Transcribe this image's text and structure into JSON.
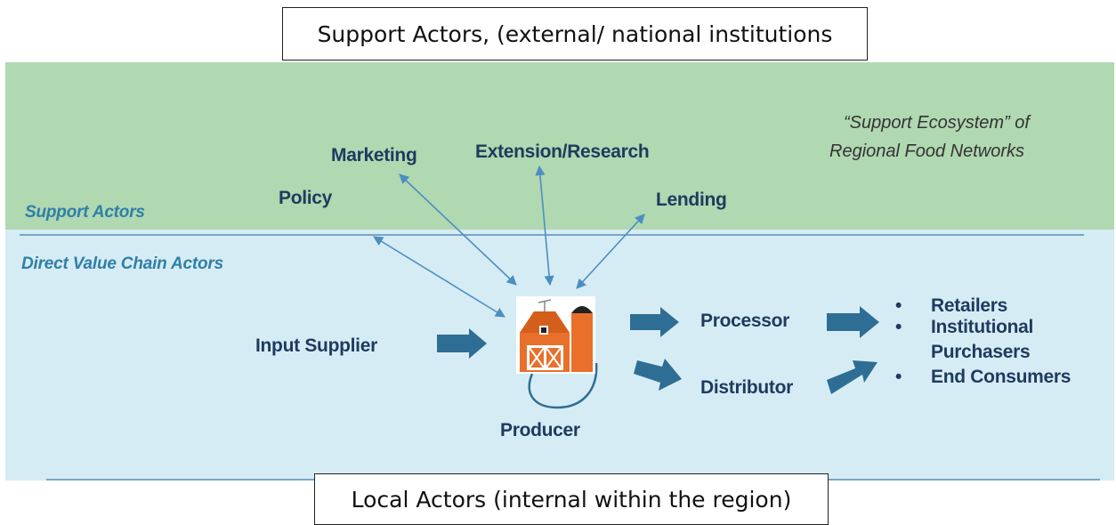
{
  "top_box": {
    "label": "Support Actors, (external/ national institutions"
  },
  "bottom_box": {
    "label": "Local Actors (internal within the region)"
  },
  "support_band": {
    "section_label": "Support Actors",
    "ecosystem_line1": "“Support Ecosystem” of",
    "ecosystem_line2": "Regional Food Networks",
    "actors": {
      "marketing": "Marketing",
      "extension": "Extension/Research",
      "policy": "Policy",
      "lending": "Lending"
    }
  },
  "direct_band": {
    "section_label": "Direct Value Chain Actors",
    "input_supplier": "Input Supplier",
    "producer": "Producer",
    "processor": "Processor",
    "distributor": "Distributor",
    "end_actors": [
      {
        "bullet": "•",
        "label": "Retailers"
      },
      {
        "bullet": "•",
        "label": "Institutional"
      },
      {
        "bullet": "",
        "label": "Purchasers"
      },
      {
        "bullet": "•",
        "label": "End Consumers"
      }
    ]
  },
  "colors": {
    "support_band": "#b0d8b1",
    "direct_band": "#d6ecf5",
    "block_arrow": "#2f6e94",
    "thin_arrow": "#4c8ec2",
    "barn": "#e8702a",
    "text": "#1f3a5f",
    "section_label": "#2f7fa8"
  }
}
